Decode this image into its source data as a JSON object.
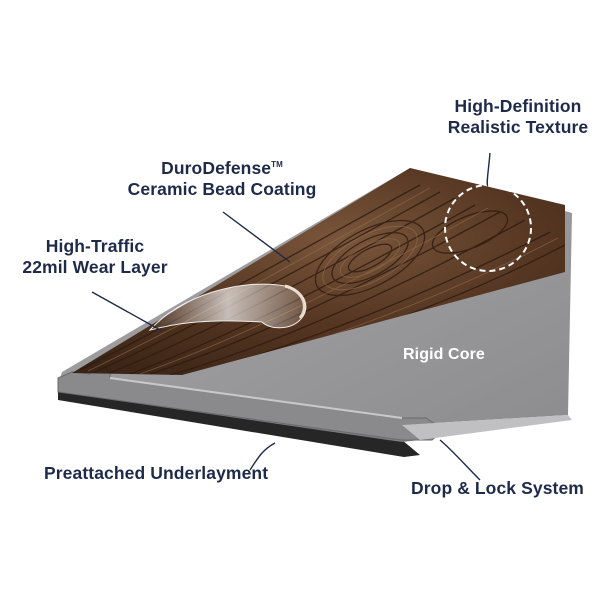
{
  "labels": {
    "texture": {
      "line1": "High-Definition",
      "line2": "Realistic Texture"
    },
    "coating": {
      "line1": "DuroDefense",
      "tm": "TM",
      "line2": "Ceramic Bead Coating"
    },
    "wear": {
      "line1": "High-Traffic",
      "line2": "22mil Wear Layer"
    },
    "core": "Rigid Core",
    "underlayment": "Preattached Underlayment",
    "lock": "Drop & Lock System"
  },
  "colors": {
    "label_text": "#1e2a4a",
    "wood_dark": "#3e2718",
    "wood_mid": "#6b4a33",
    "core_gray": "#9a9a9c",
    "core_light": "#b9b9bb",
    "underlayment": "#2a2a2a",
    "leader_line": "#1e2a4a"
  }
}
